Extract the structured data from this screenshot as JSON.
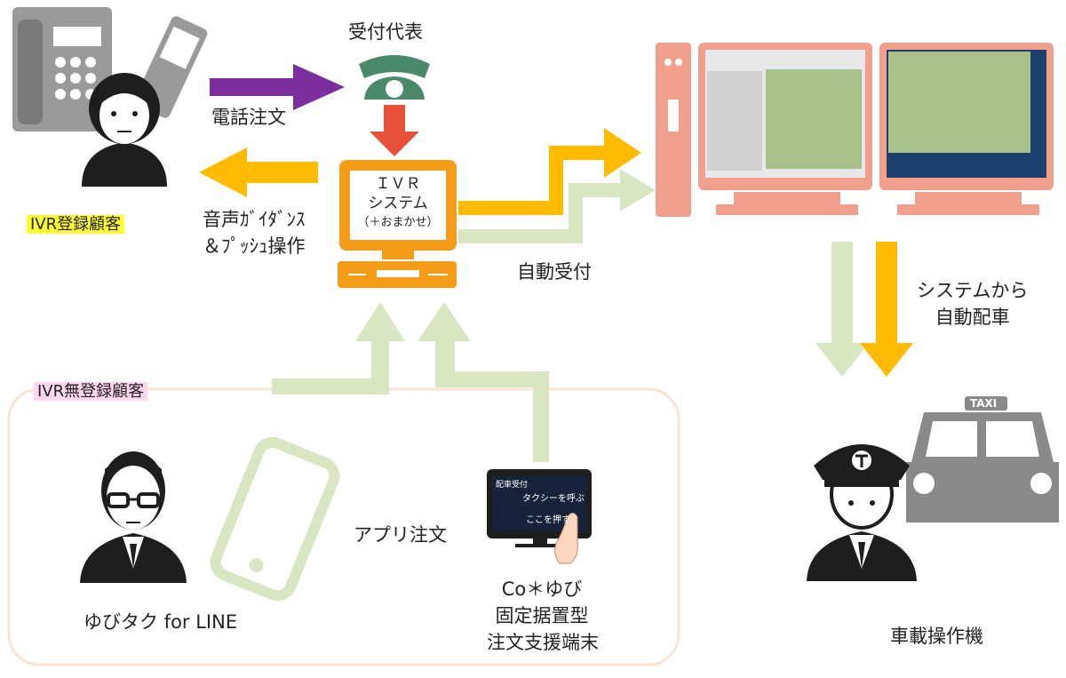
{
  "labels": {
    "reception": "受付代表",
    "phone_order": "電話注文",
    "voice_guidance_line1": "音声ｶﾞｲﾀﾞﾝｽ",
    "voice_guidance_line2": "＆ﾌﾟｯｼｭ操作",
    "ivr_registered": "IVR登録顧客",
    "ivr_unregistered": "IVR無登録顧客",
    "auto_reception": "自動受付",
    "auto_dispatch_line1": "システムから",
    "auto_dispatch_line2": "自動配車",
    "app_order": "アプリ注文",
    "yubitaku": "ゆびタク for LINE",
    "coyubi_line1": "Co＊ゆび",
    "coyubi_line2": "固定据置型",
    "coyubi_line3": "注文支援端末",
    "onboard_device": "車載操作機"
  },
  "ivr_monitor": {
    "line1": "ＩＶＲ",
    "line2": "システム",
    "line3": "（＋おまかせ）"
  },
  "tablet": {
    "header": "配車受付",
    "line1": "タクシーを呼ぶ",
    "line2": "ここを押す"
  },
  "taxi_sign": "TAXI",
  "colors": {
    "purple": "#7b2f9e",
    "orange_red": "#e8523a",
    "amber": "#ffbb00",
    "light_green": "#d9e6c2",
    "ivr_orange": "#f49c1a",
    "pc_salmon": "#f2a08e",
    "gray": "#8a8a8a",
    "dark": "#1e1e1e"
  }
}
